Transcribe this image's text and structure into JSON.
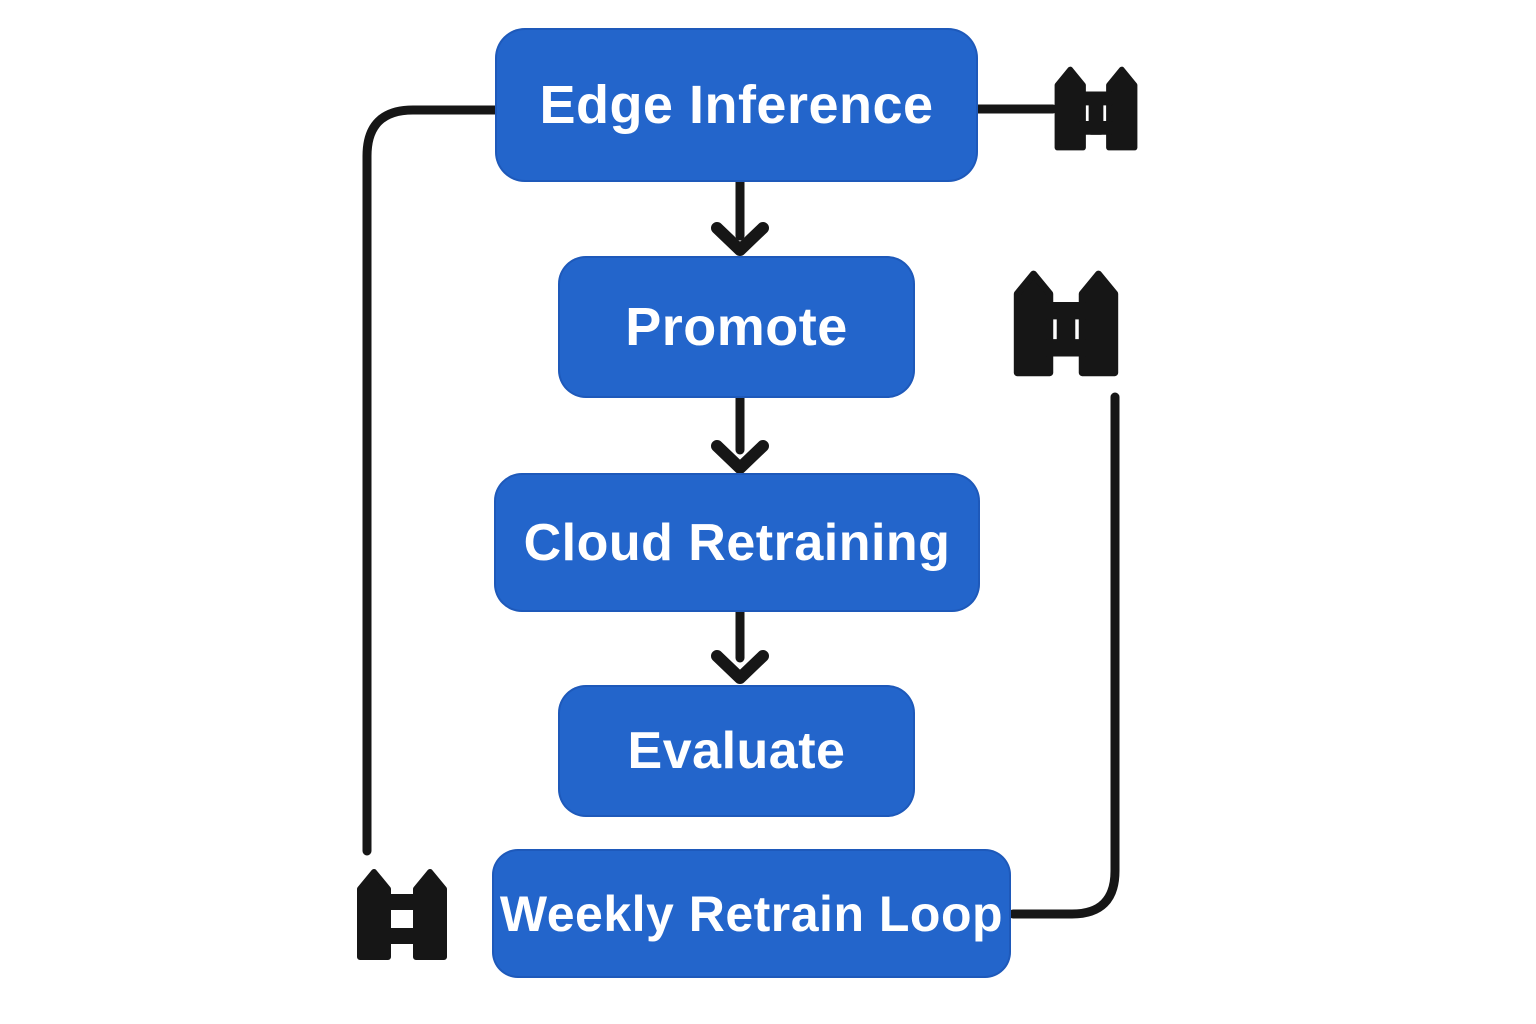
{
  "diagram": {
    "type": "flowchart",
    "colors": {
      "node_fill": "#2365cb",
      "node_text": "#ffffff",
      "connector": "#161616",
      "icon": "#161616",
      "background": "#ffffff"
    },
    "nodes": [
      {
        "id": "edge-inference",
        "label": "Edge Inference"
      },
      {
        "id": "promote",
        "label": "Promote"
      },
      {
        "id": "cloud-retraining",
        "label": "Cloud Retraining"
      },
      {
        "id": "evaluate",
        "label": "Evaluate"
      },
      {
        "id": "weekly-retrain-loop",
        "label": "Weekly Retrain Loop"
      }
    ],
    "edges": [
      {
        "from": "edge-inference",
        "to": "promote",
        "style": "arrow-down"
      },
      {
        "from": "promote",
        "to": "cloud-retraining",
        "style": "arrow-down"
      },
      {
        "from": "cloud-retraining",
        "to": "evaluate",
        "style": "arrow-down"
      },
      {
        "from": "edge-inference",
        "to": "fence-icon-bottom-left",
        "style": "elbow-left-down"
      },
      {
        "from": "edge-inference",
        "to": "fence-icon-top-right",
        "style": "straight-right"
      },
      {
        "from": "fence-icon-middle-right",
        "to": "weekly-retrain-loop",
        "style": "elbow-down-left"
      }
    ],
    "icons": [
      {
        "name": "fence-icon-top-right",
        "glyph": "fence with middle picket"
      },
      {
        "name": "fence-icon-middle-right",
        "glyph": "fence with middle picket"
      },
      {
        "name": "fence-icon-bottom-left",
        "glyph": "fence without middle picket"
      }
    ]
  }
}
